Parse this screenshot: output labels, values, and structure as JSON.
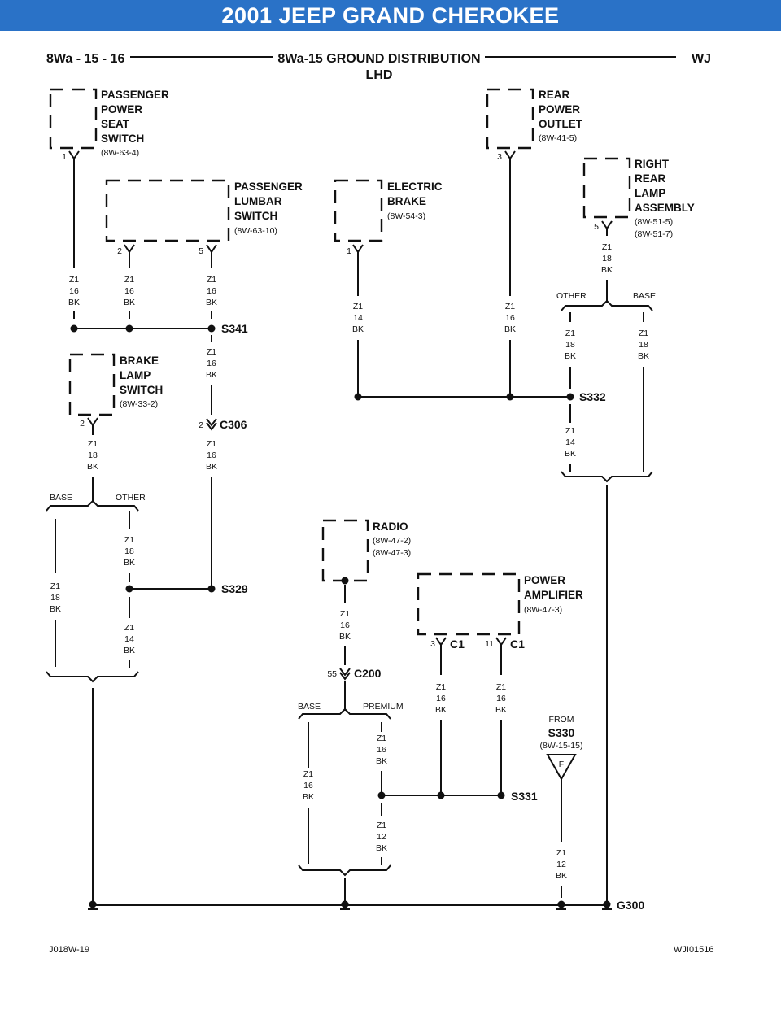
{
  "banner": "2001 JEEP GRAND CHEROKEE",
  "header": {
    "page": "8Wa - 15 - 16",
    "title_line1": "8Wa-15 GROUND DISTRIBUTION",
    "title_line2": "LHD",
    "model": "WJ"
  },
  "components": {
    "passenger_power_seat_switch": {
      "name": [
        "PASSENGER",
        "POWER",
        "SEAT",
        "SWITCH"
      ],
      "ref": "(8W-63-4)",
      "pin": "1"
    },
    "passenger_lumbar_switch": {
      "name": [
        "PASSENGER",
        "LUMBAR",
        "SWITCH"
      ],
      "ref": "(8W-63-10)",
      "pins": [
        "2",
        "5"
      ]
    },
    "electric_brake": {
      "name": [
        "ELECTRIC",
        "BRAKE"
      ],
      "ref": "(8W-54-3)",
      "pin": "1"
    },
    "rear_power_outlet": {
      "name": [
        "REAR",
        "POWER",
        "OUTLET"
      ],
      "ref": "(8W-41-5)",
      "pin": "3"
    },
    "right_rear_lamp_assembly": {
      "name": [
        "RIGHT",
        "REAR",
        "LAMP",
        "ASSEMBLY"
      ],
      "refs": [
        "(8W-51-5)",
        "(8W-51-7)"
      ],
      "pin": "5"
    },
    "brake_lamp_switch": {
      "name": [
        "BRAKE",
        "LAMP",
        "SWITCH"
      ],
      "ref": "(8W-33-2)",
      "pin": "2"
    },
    "radio": {
      "name": [
        "RADIO"
      ],
      "refs": [
        "(8W-47-2)",
        "(8W-47-3)"
      ]
    },
    "power_amplifier": {
      "name": [
        "POWER",
        "AMPLIFIER"
      ],
      "ref": "(8W-47-3)",
      "pins": [
        "3",
        "11"
      ],
      "connector": "C1"
    }
  },
  "wire_codes": {
    "z1_16": [
      "Z1",
      "16",
      "BK"
    ],
    "z1_14": [
      "Z1",
      "14",
      "BK"
    ],
    "z1_18": [
      "Z1",
      "18",
      "BK"
    ],
    "z1_12": [
      "Z1",
      "12",
      "BK"
    ]
  },
  "splices": {
    "s341": "S341",
    "c306": "C306",
    "c306_pin": "2",
    "s332": "S332",
    "s329": "S329",
    "c200": "C200",
    "c200_pin": "55",
    "s331": "S331",
    "g300": "G300"
  },
  "options": {
    "other": "OTHER",
    "base": "BASE",
    "premium": "PREMIUM"
  },
  "from_ref": {
    "label": "FROM",
    "splice": "S330",
    "ref": "(8W-15-15)",
    "connector": "F"
  },
  "footer": {
    "left": "J018W-19",
    "right": "WJI01516"
  },
  "colors": {
    "banner": "#2a72c7",
    "line": "#111111"
  }
}
